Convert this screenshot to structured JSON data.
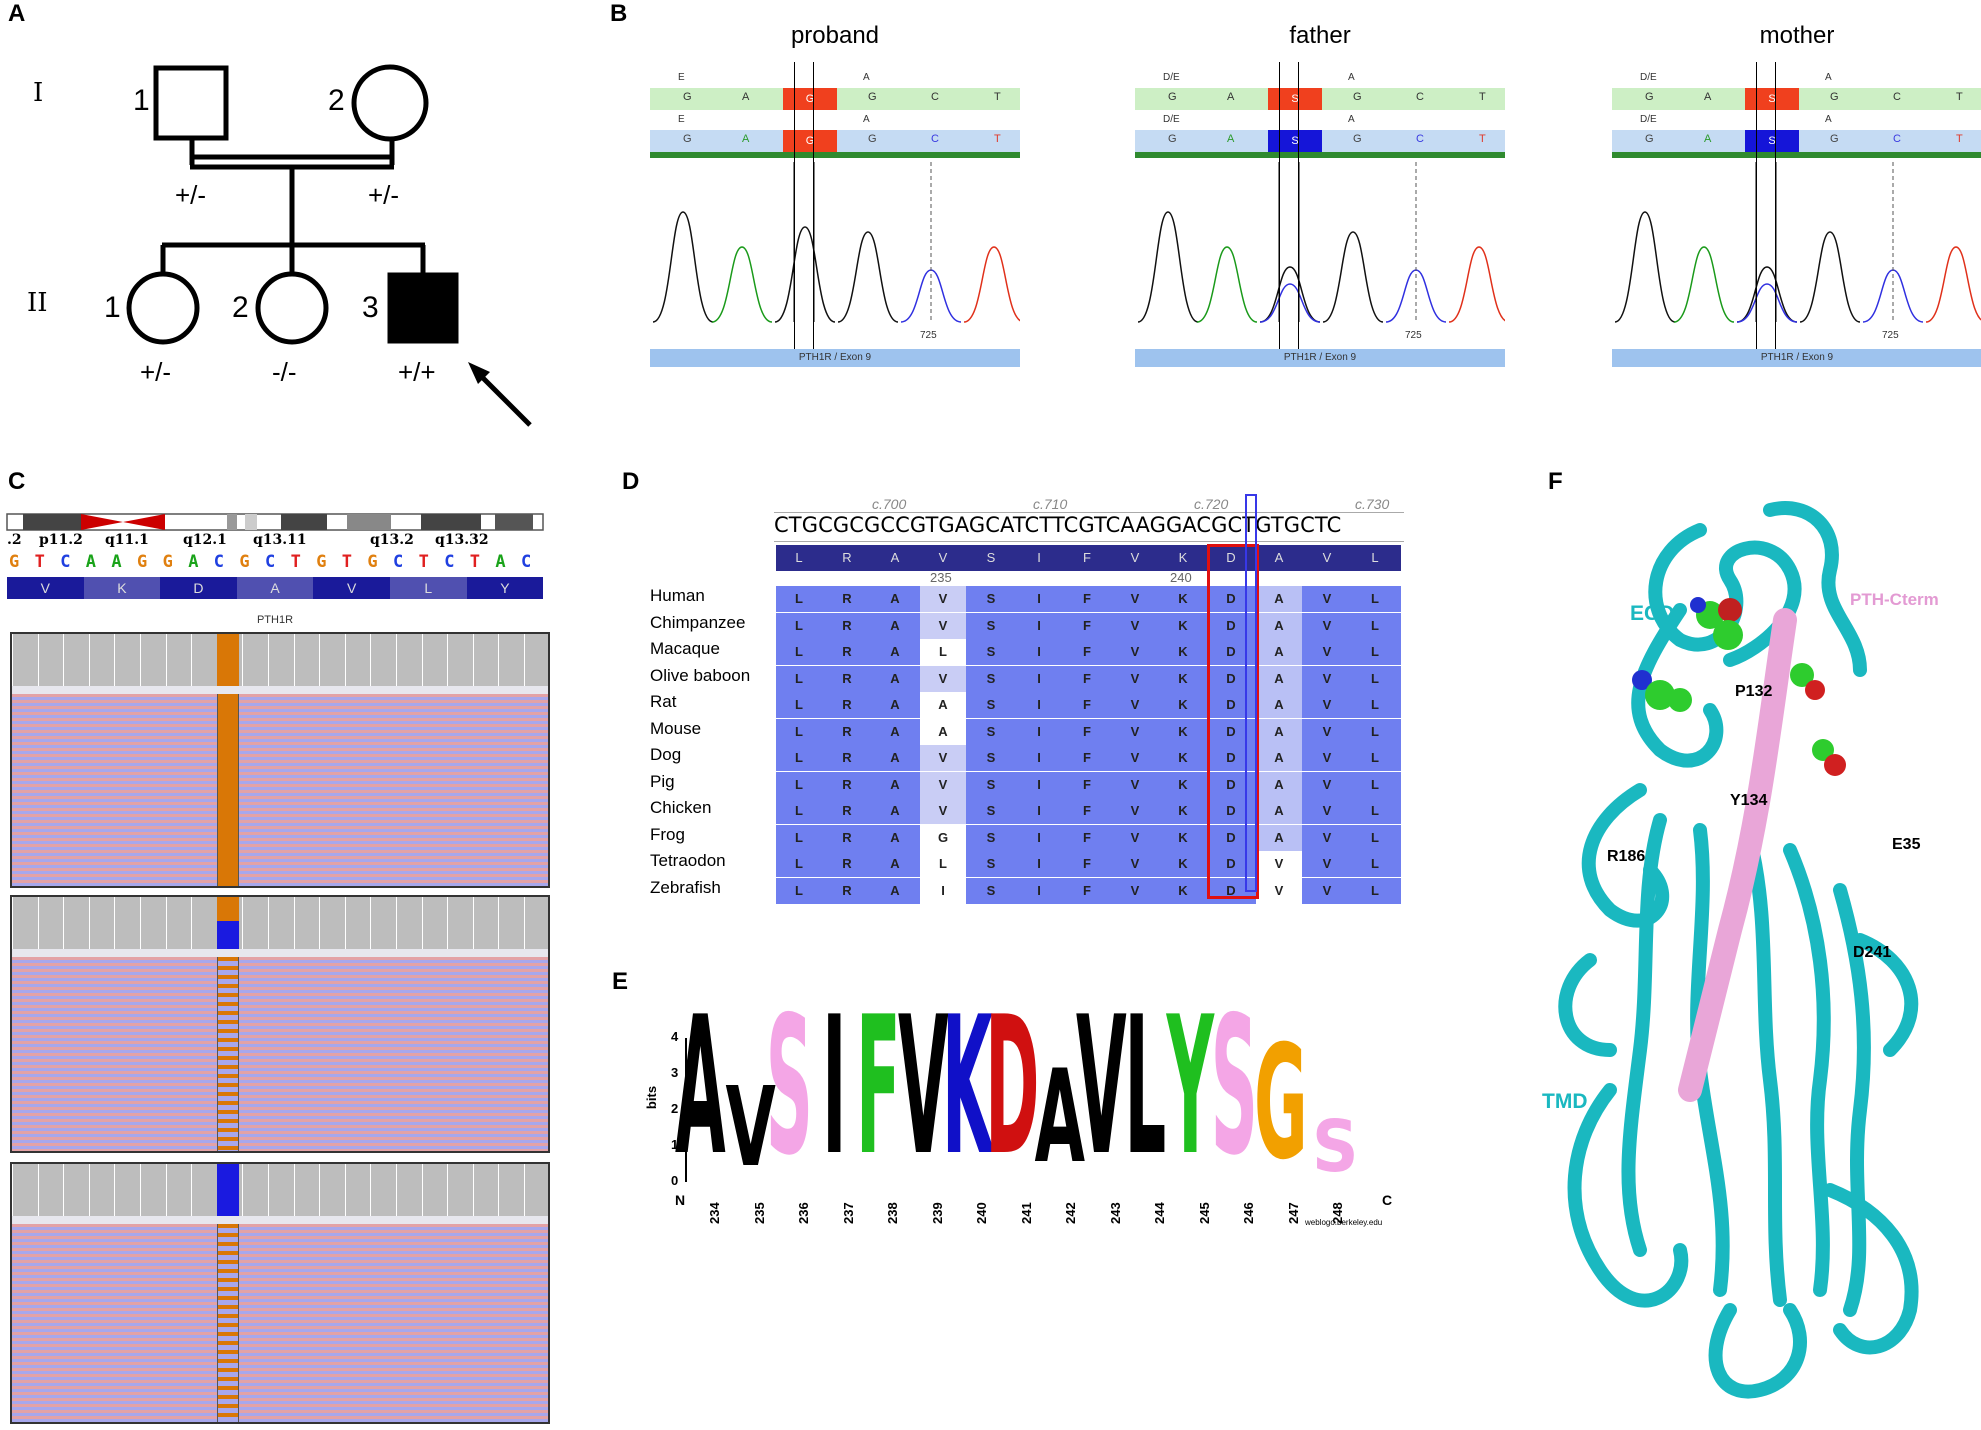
{
  "panels": {
    "a": {
      "letter": "A"
    },
    "b": {
      "letter": "B"
    },
    "c": {
      "letter": "C"
    },
    "d": {
      "letter": "D"
    },
    "e": {
      "letter": "E"
    },
    "f": {
      "letter": "F"
    }
  },
  "pedigree": {
    "gen1": "I",
    "gen2": "II",
    "i1": {
      "num": "1",
      "genotype": "+/-"
    },
    "i2": {
      "num": "2",
      "genotype": "+/-"
    },
    "ii1": {
      "num": "1",
      "genotype": "+/-"
    },
    "ii2": {
      "num": "2",
      "genotype": "-/-"
    },
    "ii3": {
      "num": "3",
      "genotype": "+/+"
    }
  },
  "chromatograms": [
    {
      "title": "proband",
      "amb_top": [
        "E",
        "A"
      ],
      "amb_bot": [
        "E",
        "A"
      ],
      "call": "G",
      "bases": [
        "G",
        "A",
        "G",
        "G",
        "C",
        "T"
      ],
      "pos": "725",
      "exon": "PTH1R / Exon 9"
    },
    {
      "title": "father",
      "amb_top": [
        "D/E",
        "A"
      ],
      "amb_bot": [
        "D/E",
        "A"
      ],
      "call": "S",
      "bases": [
        "G",
        "A",
        "S",
        "G",
        "C",
        "T"
      ],
      "pos": "725",
      "exon": "PTH1R / Exon 9"
    },
    {
      "title": "mother",
      "amb_top": [
        "D/E",
        "A"
      ],
      "amb_bot": [
        "D/E",
        "A"
      ],
      "call": "S",
      "bases": [
        "G",
        "A",
        "S",
        "G",
        "C",
        "T"
      ],
      "pos": "725",
      "exon": "PTH1R / Exon 9"
    }
  ],
  "igv": {
    "bands": [
      ".2",
      "p11.2",
      "q11.1",
      "q12.1",
      "q13.11",
      "q13.2",
      "q13.32"
    ],
    "ref_seq": [
      "G",
      "T",
      "C",
      "A",
      "A",
      "G",
      "G",
      "A",
      "C",
      "G",
      "C",
      "T",
      "G",
      "T",
      "G",
      "C",
      "T",
      "C",
      "T",
      "A",
      "C"
    ],
    "aa_seq": [
      "V",
      "K",
      "D",
      "A",
      "V",
      "L",
      "Y"
    ],
    "gene": "PTH1R"
  },
  "alignment": {
    "ticks": [
      "c.700",
      "c.710",
      "c.720",
      "c.730"
    ],
    "nt_seq": "CTGCGCGCCGTGAGCATCTTCGTCAAGGACGCTGTGCTC",
    "aa_header": [
      "L",
      "R",
      "A",
      "V",
      "S",
      "I",
      "F",
      "V",
      "K",
      "D",
      "A",
      "V",
      "L"
    ],
    "num_235": "235",
    "num_240": "240",
    "species": [
      {
        "name": "Human",
        "aa": [
          "L",
          "R",
          "A",
          "V",
          "S",
          "I",
          "F",
          "V",
          "K",
          "D",
          "A",
          "V",
          "L"
        ]
      },
      {
        "name": "Chimpanzee",
        "aa": [
          "L",
          "R",
          "A",
          "V",
          "S",
          "I",
          "F",
          "V",
          "K",
          "D",
          "A",
          "V",
          "L"
        ]
      },
      {
        "name": "Macaque",
        "aa": [
          "L",
          "R",
          "A",
          "L",
          "S",
          "I",
          "F",
          "V",
          "K",
          "D",
          "A",
          "V",
          "L"
        ]
      },
      {
        "name": "Olive baboon",
        "aa": [
          "L",
          "R",
          "A",
          "V",
          "S",
          "I",
          "F",
          "V",
          "K",
          "D",
          "A",
          "V",
          "L"
        ]
      },
      {
        "name": "Rat",
        "aa": [
          "L",
          "R",
          "A",
          "A",
          "S",
          "I",
          "F",
          "V",
          "K",
          "D",
          "A",
          "V",
          "L"
        ]
      },
      {
        "name": "Mouse",
        "aa": [
          "L",
          "R",
          "A",
          "A",
          "S",
          "I",
          "F",
          "V",
          "K",
          "D",
          "A",
          "V",
          "L"
        ]
      },
      {
        "name": "Dog",
        "aa": [
          "L",
          "R",
          "A",
          "V",
          "S",
          "I",
          "F",
          "V",
          "K",
          "D",
          "A",
          "V",
          "L"
        ]
      },
      {
        "name": "Pig",
        "aa": [
          "L",
          "R",
          "A",
          "V",
          "S",
          "I",
          "F",
          "V",
          "K",
          "D",
          "A",
          "V",
          "L"
        ]
      },
      {
        "name": "Chicken",
        "aa": [
          "L",
          "R",
          "A",
          "V",
          "S",
          "I",
          "F",
          "V",
          "K",
          "D",
          "A",
          "V",
          "L"
        ]
      },
      {
        "name": "Frog",
        "aa": [
          "L",
          "R",
          "A",
          "G",
          "S",
          "I",
          "F",
          "V",
          "K",
          "D",
          "A",
          "V",
          "L"
        ]
      },
      {
        "name": "Tetraodon",
        "aa": [
          "L",
          "R",
          "A",
          "L",
          "S",
          "I",
          "F",
          "V",
          "K",
          "D",
          "V",
          "V",
          "L"
        ]
      },
      {
        "name": "Zebrafish",
        "aa": [
          "L",
          "R",
          "A",
          "I",
          "S",
          "I",
          "F",
          "V",
          "K",
          "D",
          "V",
          "V",
          "L"
        ]
      }
    ]
  },
  "logo": {
    "ylabel": "bits",
    "yticks": [
      "0",
      "1",
      "2",
      "3",
      "4"
    ],
    "n": "N",
    "c": "C",
    "credit": "weblogo.berkeley.edu",
    "positions": [
      "234",
      "235",
      "236",
      "237",
      "238",
      "239",
      "240",
      "241",
      "242",
      "243",
      "244",
      "245",
      "246",
      "247",
      "248"
    ],
    "letters": [
      {
        "ch": "A",
        "color": "#000000",
        "h": 4.0
      },
      {
        "ch": "V",
        "color": "#000000",
        "h": 2.3
      },
      {
        "ch": "S",
        "color": "#f4a6e6",
        "h": 4.0
      },
      {
        "ch": "I",
        "color": "#000000",
        "h": 4.0
      },
      {
        "ch": "F",
        "color": "#1fbf1f",
        "h": 4.0
      },
      {
        "ch": "V",
        "color": "#000000",
        "h": 4.0
      },
      {
        "ch": "K",
        "color": "#1010c8",
        "h": 4.0
      },
      {
        "ch": "D",
        "color": "#d01010",
        "h": 4.0
      },
      {
        "ch": "A",
        "color": "#000000",
        "h": 2.7
      },
      {
        "ch": "V",
        "color": "#000000",
        "h": 4.0
      },
      {
        "ch": "L",
        "color": "#000000",
        "h": 4.0
      },
      {
        "ch": "Y",
        "color": "#1fbf1f",
        "h": 4.0
      },
      {
        "ch": "S",
        "color": "#f4a6e6",
        "h": 4.0
      },
      {
        "ch": "G",
        "color": "#f2a000",
        "h": 3.3
      },
      {
        "ch": "S",
        "color": "#f4a6e6",
        "h": 1.5
      }
    ]
  },
  "structure": {
    "ecd": "ECD",
    "tmd": "TMD",
    "pth": "PTH-Cterm",
    "residues": [
      "P132",
      "Y134",
      "R186",
      "E35",
      "D241"
    ]
  }
}
